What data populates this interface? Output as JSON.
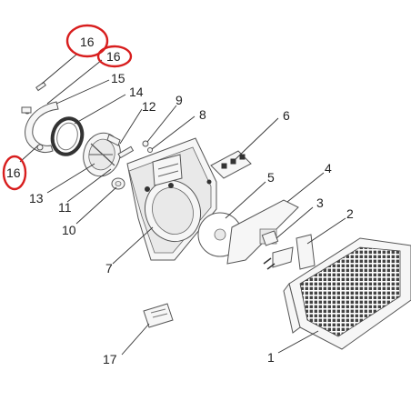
{
  "callouts": [
    {
      "id": "16a",
      "text": "16",
      "highlight": true
    },
    {
      "id": "16b",
      "text": "16",
      "highlight": true
    },
    {
      "id": "15",
      "text": "15"
    },
    {
      "id": "14",
      "text": "14"
    },
    {
      "id": "12",
      "text": "12"
    },
    {
      "id": "9",
      "text": "9"
    },
    {
      "id": "8",
      "text": "8"
    },
    {
      "id": "6",
      "text": "6"
    },
    {
      "id": "16c",
      "text": "16",
      "highlight": true
    },
    {
      "id": "5",
      "text": "5"
    },
    {
      "id": "4",
      "text": "4"
    },
    {
      "id": "13",
      "text": "13"
    },
    {
      "id": "11",
      "text": "11"
    },
    {
      "id": "3",
      "text": "3"
    },
    {
      "id": "2",
      "text": "2"
    },
    {
      "id": "10",
      "text": "10"
    },
    {
      "id": "7",
      "text": "7"
    },
    {
      "id": "1",
      "text": "1"
    },
    {
      "id": "17",
      "text": "17"
    }
  ],
  "colors": {
    "highlight": "#d81e1e",
    "line": "#333333"
  }
}
